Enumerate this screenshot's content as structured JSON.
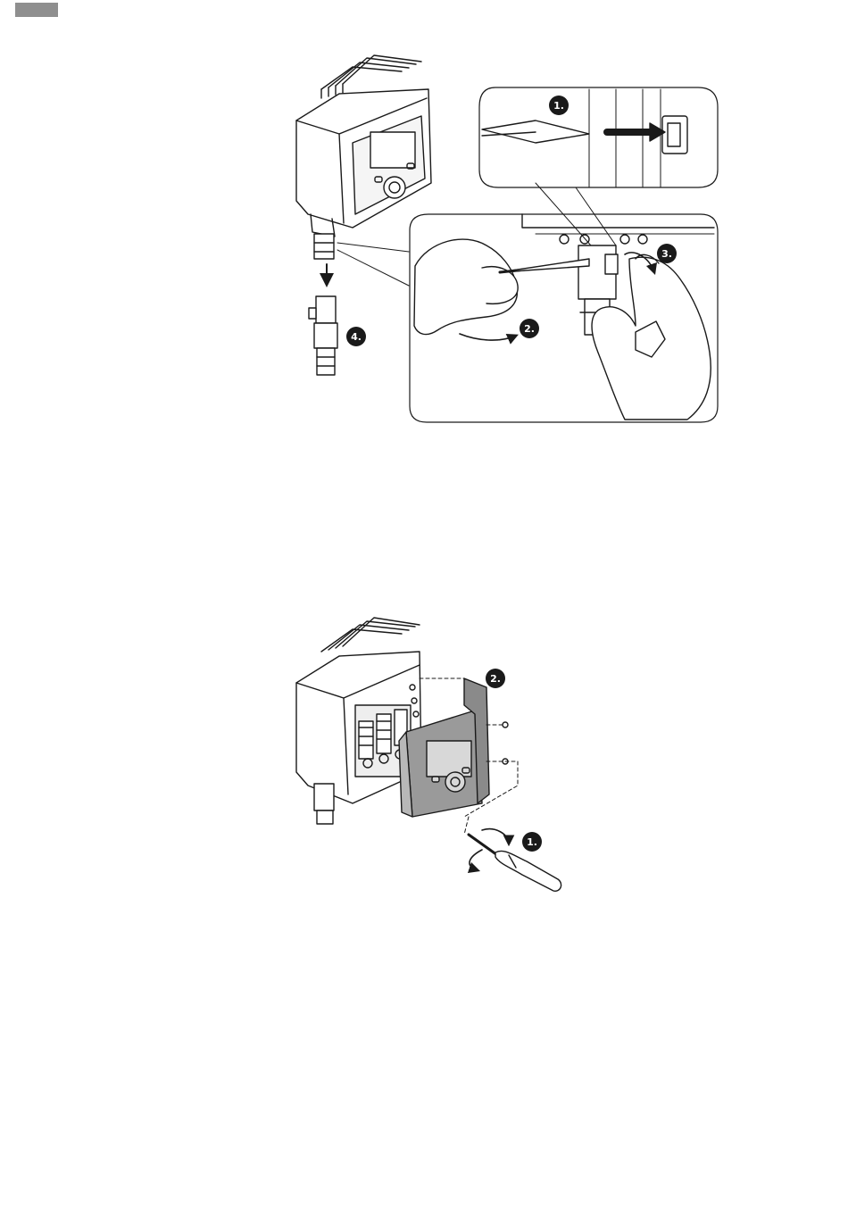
{
  "figure1": {
    "steps": [
      "1.",
      "2.",
      "3.",
      "4."
    ]
  },
  "figure2": {
    "steps": [
      "1.",
      "2."
    ]
  }
}
